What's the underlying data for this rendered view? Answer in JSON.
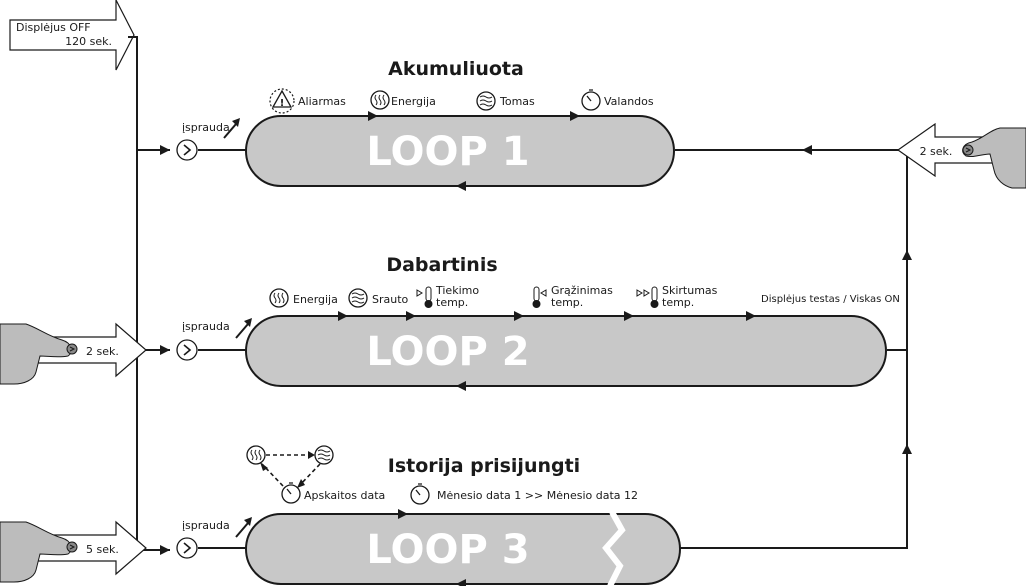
{
  "top_left_box": {
    "line1": "Displėjus OFF",
    "line2": "120 sek."
  },
  "loop1": {
    "title": "Akumuliuota",
    "label": "LOOP 1",
    "enter_label": "įsprauda",
    "items": [
      "Aliarmas",
      "Energija",
      "Tomas",
      "Valandos"
    ],
    "right_press": "2 sek."
  },
  "loop2": {
    "title": "Dabartinis",
    "label": "LOOP 2",
    "enter_label": "įsprauda",
    "left_press": "2 sek.",
    "items": {
      "energija": "Energija",
      "srauto": "Srauto",
      "tiekimo_1": "Tiekimo",
      "tiekimo_2": "temp.",
      "grazinimas_1": "Grąžinimas",
      "grazinimas_2": "temp.",
      "skirtumas_1": "Skirtumas",
      "skirtumas_2": "temp.",
      "testas": "Displėjus testas / Viskas ON"
    }
  },
  "loop3": {
    "title": "Istorija prisijungti",
    "label": "LOOP 3",
    "enter_label": "įsprauda",
    "left_press": "5 sek.",
    "items": [
      "Apskaitos data",
      "Mėnesio data 1 >> Mėnesio data 12"
    ]
  },
  "icons": [
    "warning-icon",
    "energy-icon",
    "flow-icon",
    "timer-icon",
    "thermometer-icon",
    "push-button-icon",
    "hand-icon"
  ]
}
